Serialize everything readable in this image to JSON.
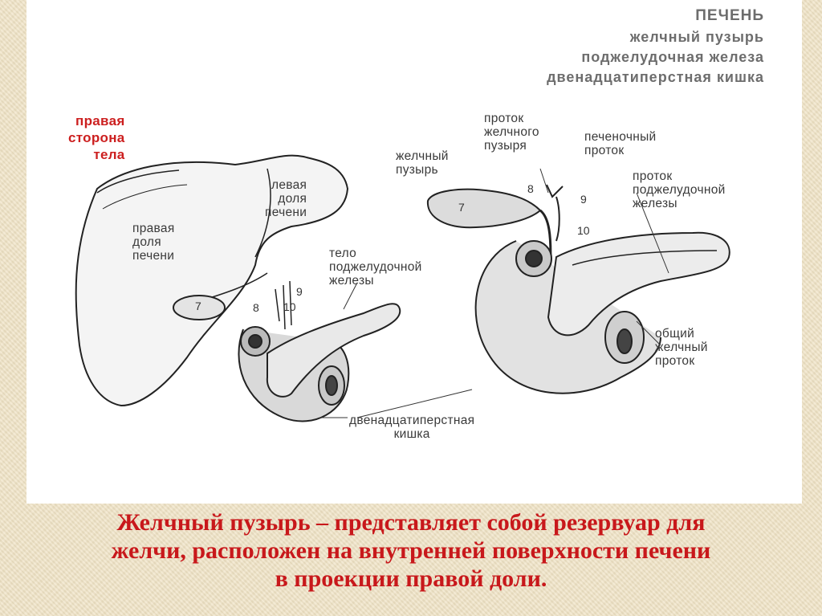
{
  "titles": [
    "ПЕЧЕНЬ",
    "желчный пузырь",
    "поджелудочная железа",
    "двенадцатиперстная кишка"
  ],
  "labels": {
    "right_side": [
      "правая",
      "сторона",
      "тела"
    ],
    "right_lobe": [
      "правая",
      "доля",
      "печени"
    ],
    "left_lobe": [
      "левая",
      "доля",
      "печени"
    ],
    "pancreas_body": [
      "тело",
      "поджелудочной",
      "железы"
    ],
    "gallbladder": [
      "желчный",
      "пузырь"
    ],
    "cystic_duct": [
      "проток",
      "желчного",
      "пузыря"
    ],
    "hepatic_duct": [
      "печеночный",
      "проток"
    ],
    "pancreatic_duct": [
      "проток",
      "поджелудочной",
      "железы"
    ],
    "common_bile_duct": [
      "общий",
      "желчный",
      "проток"
    ],
    "duodenum": [
      "двенадцатиперстная",
      "кишка"
    ]
  },
  "numbers": {
    "left_7": "7",
    "left_8": "8",
    "left_9": "9",
    "left_10": "10",
    "right_7": "7",
    "right_8": "8",
    "right_9": "9",
    "right_10": "10"
  },
  "caption": [
    "Желчный пузырь – представляет собой резервуар для",
    "желчи, расположен на внутренней поверхности печени",
    "в проекции правой доли."
  ],
  "colors": {
    "caption": "#c8181b",
    "side_label": "#cc1f1f",
    "title": "#6d6d6d",
    "background": "#efe2c4"
  }
}
